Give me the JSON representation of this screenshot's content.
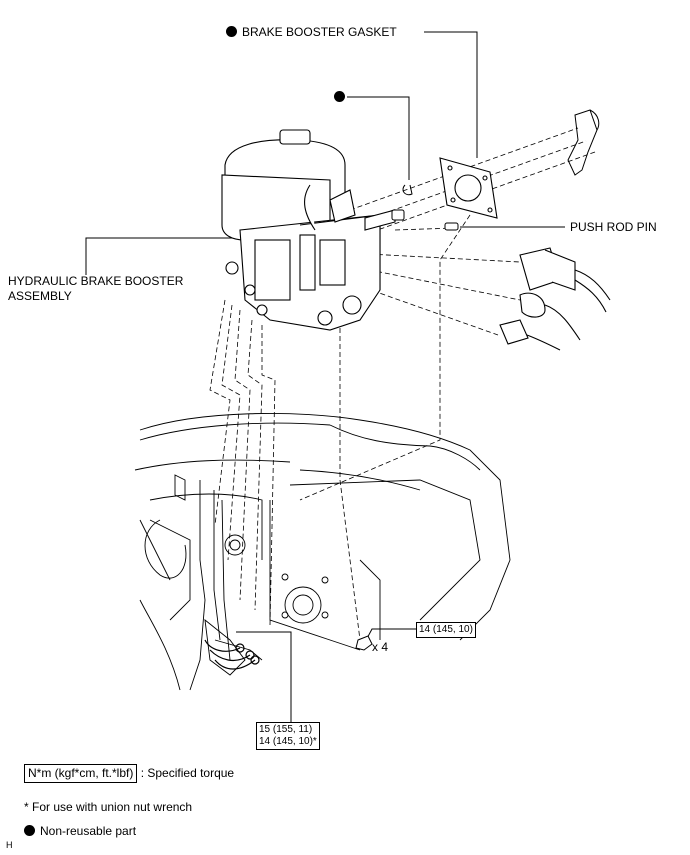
{
  "labels": {
    "gasket": "BRAKE BOOSTER GASKET",
    "push_rod_pin": "PUSH ROD PIN",
    "assembly_line1": "HYDRAULIC BRAKE BOOSTER",
    "assembly_line2": "ASSEMBLY",
    "nut_count": "x 4"
  },
  "torque": {
    "nuts": "14 (145, 10)",
    "union_line1": "15 (155, 11)",
    "union_line2": "14 (145, 10)*"
  },
  "legend": {
    "torque_unit": "N*m (kgf*cm, ft.*lbf)",
    "torque_desc": ": Specified torque",
    "note": "* For use with union nut wrench",
    "nonreusable": "Non-reusable part"
  },
  "corner_mark": "H"
}
